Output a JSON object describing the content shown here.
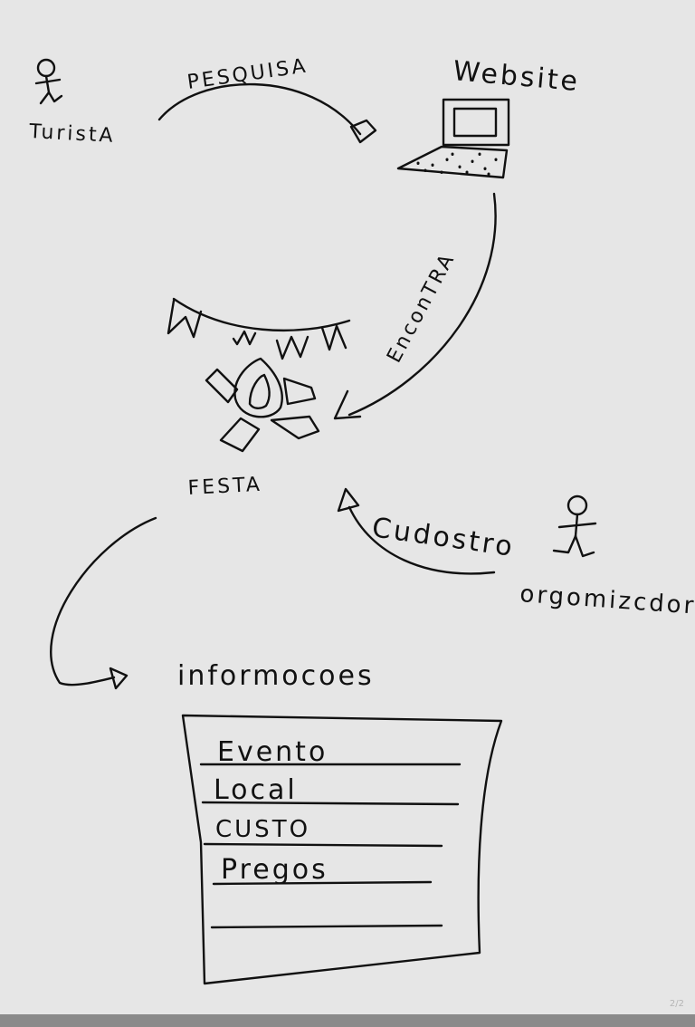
{
  "diagram": {
    "actors": {
      "tourist": "TuristA",
      "organizer": "orgomizcdor"
    },
    "nodes": {
      "website": "Website",
      "festa": "FESTA",
      "informacoes": "informocoes"
    },
    "edges": {
      "pesquisa": "PESQUISA",
      "encontra": "EnconTRA",
      "cadastro": "Cudostro"
    },
    "info_card": {
      "items": [
        "Evento",
        "Local",
        "CUSTO",
        "Pregos"
      ]
    }
  },
  "page_indicator": "2/2",
  "colors": {
    "background": "#e6e6e6",
    "ink": "#111111",
    "bottom_bar": "#8a8a8a"
  }
}
